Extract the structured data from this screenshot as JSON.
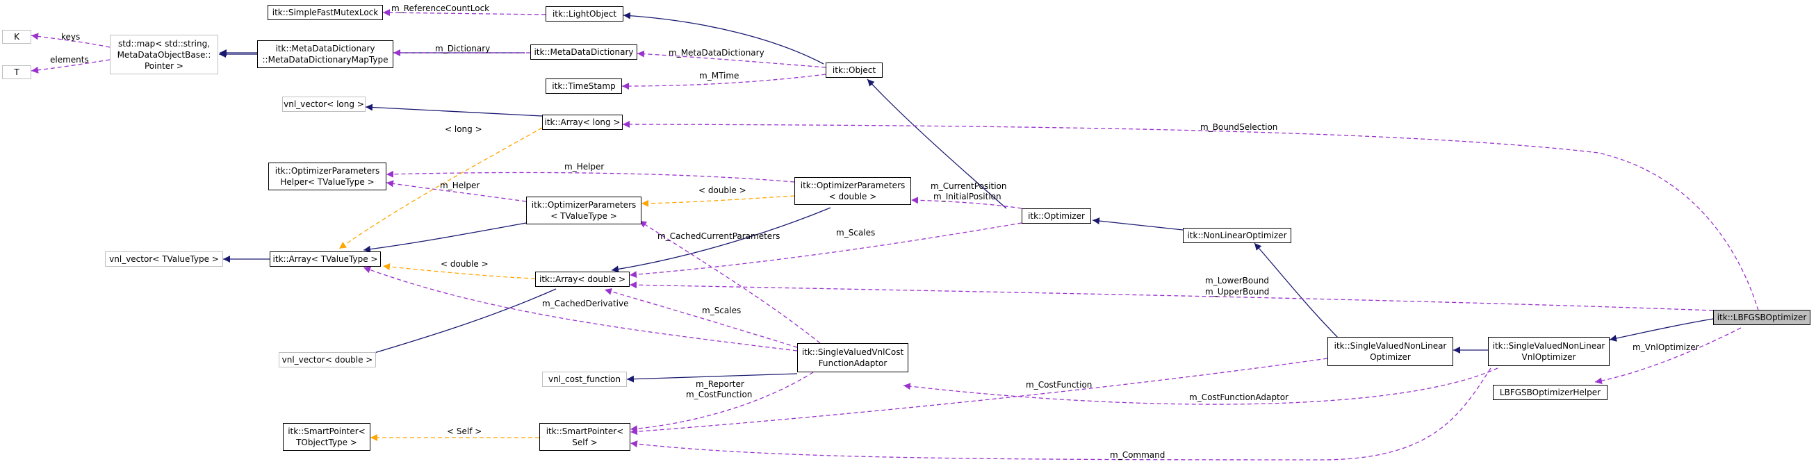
{
  "colors": {
    "inheritance": "#191970",
    "usage": "#9a32cd",
    "template": "#ffa500",
    "node_border": "#000000",
    "external_border": "#bfbfbf",
    "focus_fill": "#bfbfbf"
  },
  "nodes": {
    "k": [
      "K"
    ],
    "t": [
      "T"
    ],
    "stdmap": [
      "std::map< std::string,",
      "MetaDataObjectBase::",
      "Pointer >"
    ],
    "mdd_maptype": [
      "itk::MetaDataDictionary",
      "::MetaDataDictionaryMapType"
    ],
    "sfml": [
      "itk::SimpleFastMutexLock"
    ],
    "lightobject": [
      "itk::LightObject"
    ],
    "mdd": [
      "itk::MetaDataDictionary"
    ],
    "timestamp": [
      "itk::TimeStamp"
    ],
    "object": [
      "itk::Object"
    ],
    "vnl_long": [
      "vnl_vector< long >"
    ],
    "array_long": [
      "itk::Array< long >"
    ],
    "oph": [
      "itk::OptimizerParameters",
      "Helper< TValueType >"
    ],
    "op_t": [
      "itk::OptimizerParameters",
      "< TValueType >"
    ],
    "op_d": [
      "itk::OptimizerParameters",
      "< double >"
    ],
    "optimizer": [
      "itk::Optimizer"
    ],
    "nlo": [
      "itk::NonLinearOptimizer"
    ],
    "vnl_t": [
      "vnl_vector< TValueType >"
    ],
    "array_t": [
      "itk::Array< TValueType >"
    ],
    "array_d": [
      "itk::Array< double >"
    ],
    "lbfgsb": [
      "itk::LBFGSBOptimizer"
    ],
    "vnl_d": [
      "vnl_vector< double >"
    ],
    "vnl_cost": [
      "vnl_cost_function"
    ],
    "svvcfa": [
      "itk::SingleValuedVnlCost",
      "FunctionAdaptor"
    ],
    "svnlo": [
      "itk::SingleValuedNonLinear",
      "Optimizer"
    ],
    "svnlvo": [
      "itk::SingleValuedNonLinear",
      "VnlOptimizer"
    ],
    "helper": [
      "LBFGSBOptimizerHelper"
    ],
    "sp_t": [
      "itk::SmartPointer<",
      "TObjectType >"
    ],
    "sp_self": [
      "itk::SmartPointer<",
      "Self >"
    ]
  },
  "edge_labels": {
    "keys": "keys",
    "elements": "elements",
    "refcount_lock": "m_ReferenceCountLock",
    "dictionary": "m_Dictionary",
    "metadata_dictionary": "m_MetaDataDictionary",
    "mtime": "m_MTime",
    "long": "< long >",
    "bound_selection": "m_BoundSelection",
    "helper_top": "m_Helper",
    "helper_bottom": "m_Helper",
    "double_op": "< double >",
    "current_position": "m_CurrentPosition",
    "initial_position": "m_InitialPosition",
    "cached_current_parameters": "m_CachedCurrentParameters",
    "scales_upper": "m_Scales",
    "double_array": "< double >",
    "cached_derivative": "m_CachedDerivative",
    "scales_lower": "m_Scales",
    "lower_bound": "m_LowerBound",
    "upper_bound": "m_UpperBound",
    "vnl_optimizer": "m_VnlOptimizer",
    "reporter": "m_Reporter",
    "cost_function_left": "m_CostFunction",
    "cost_function_right": "m_CostFunction",
    "cost_function_adaptor": "m_CostFunctionAdaptor",
    "self": "< Self >",
    "command": "m_Command"
  }
}
